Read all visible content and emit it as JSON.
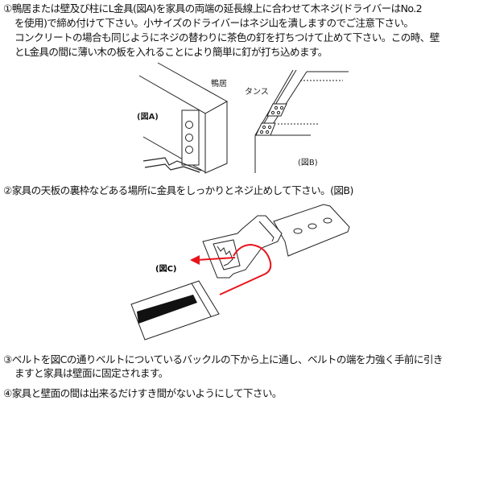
{
  "steps": {
    "step1": {
      "line1": "①鴨居または壁及び柱にL金具(図A)を家具の両端の延長線上に合わせて木ネジ(ドライバーはNo.2",
      "line2": "を使用)で締め付けて下さい。小サイズのドライバーはネジ山を潰しますのでご注意下さい。",
      "line3": "コンクリートの場合も同じようにネジの替わりに茶色の釘を打ちつけて止めて下さい。この時、壁",
      "line4": "とL金具の間に薄い木の板を入れることにより簡単に釘が打ち込めます。"
    },
    "step2": "②家具の天板の裏枠などある場所に金具をしっかりとネジ止めして下さい。(図B)",
    "step3": {
      "line1": "③ベルトを図Cの通りベルトについているバックルの下から上に通し、ベルトの端を力強く手前に引き",
      "line2": "ますと家具は壁面に固定されます。"
    },
    "step4": "④家具と壁面の間は出来るだけすき間がないようにして下さい。"
  },
  "figures": {
    "figA": {
      "caption": "(図A)",
      "label_kamoi": "鴨居"
    },
    "figB": {
      "caption": "(図B)",
      "label_tansu": "タンス"
    },
    "figC": {
      "caption": "(図C)",
      "arrow_color": "#e8141b"
    }
  }
}
